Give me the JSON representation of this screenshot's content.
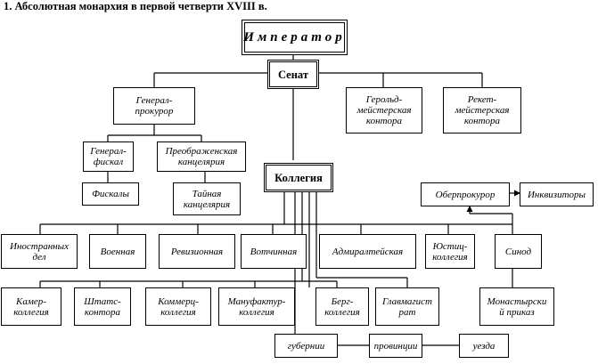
{
  "title": "1. Абсолютная монархия в первой четверти XVIII в.",
  "nodes": {
    "emperor": "Император",
    "senat": "Сенат",
    "general_prokuror": "Генерал-\nпрокурор",
    "gerold": "Герольд-\nмейстерская\nконтора",
    "reket": "Рекет-\nмейстерская\nконтора",
    "general_fiskal": "Генерал-\nфискал",
    "preobrazhenskaya": "Преображенская\nканцелярия",
    "fiskaly": "Фискалы",
    "tainaya": "Тайная\nканцелярия",
    "kollegiya": "Коллегия",
    "oberprokuror": "Оберпрокурор",
    "inkvizitory": "Инквизиторы",
    "inostrannyh": "Иностранных\nдел",
    "voennaya": "Военная",
    "revizionnaya": "Ревизионная",
    "votchinnaya": "Вотчинная",
    "admiralteiskaya": "Адмиралтейская",
    "yustic": "Юстиц-\nколлегия",
    "sinod": "Синод",
    "kamer": "Камер-\nколлегия",
    "shtats": "Штатс-\nконтора",
    "kommerc": "Коммерц-\nколлегия",
    "manufaktur": "Мануфактур-\nколлегия",
    "berg": "Берг-\nколлегия",
    "glavmagistrat": "Главмагист\nрат",
    "monastyrsky": "Монастырски\nй приказ",
    "gubernii": "губернии",
    "provincii": "провинции",
    "uezda": "уезда"
  }
}
